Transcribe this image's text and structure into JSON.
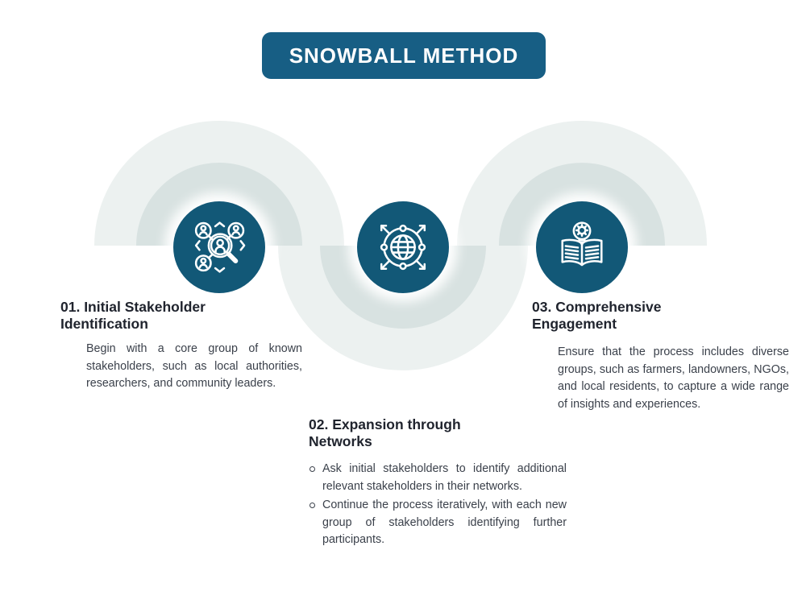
{
  "title": "SNOWBALL METHOD",
  "colors": {
    "accent": "#175E84",
    "circle": "#125877",
    "wave_outer": "#ECF1F0",
    "wave_inner": "#D8E2E1",
    "heading_text": "#20242E",
    "body_text": "#3B414B"
  },
  "steps": [
    {
      "number": "01",
      "icon": "stakeholder-search-icon",
      "heading_line1": "01. Initial Stakeholder",
      "heading_line2": "Identification",
      "body": "Begin with a core group of known stakeholders, such as local authorities, researchers, and community leaders."
    },
    {
      "number": "02",
      "icon": "globe-network-icon",
      "heading_line1": "02. Expansion through",
      "heading_line2": "Networks",
      "bullets": [
        "Ask initial stakeholders to identify additional relevant stakeholders in their networks.",
        "Continue the process iteratively, with each new group of stakeholders identifying further participants."
      ]
    },
    {
      "number": "03",
      "icon": "book-idea-icon",
      "heading_line1": "03. Comprehensive",
      "heading_line2": "Engagement",
      "body": "Ensure that the process includes diverse groups, such as farmers, landowners, NGOs, and local residents, to capture a wide range of insights and experiences."
    }
  ]
}
